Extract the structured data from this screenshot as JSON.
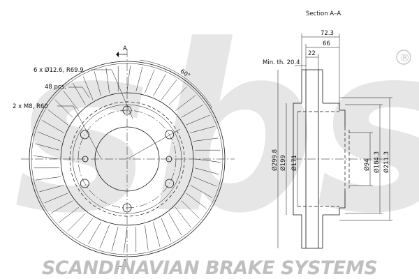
{
  "logo": {
    "text": "sbs",
    "registered": "®",
    "color": "#d4d4d4"
  },
  "brand_name": "SCANDINAVIAN BRAKE SYSTEMS",
  "front_view": {
    "section_marker_top": "A",
    "section_marker_bottom": "A",
    "angle_label": "60°",
    "labels": {
      "holes": "6 x Ø12.6, R69.9",
      "vanes": "48 pcs.",
      "threads": "2 x M8, R60"
    }
  },
  "section_view": {
    "title": "Section A–A",
    "widths": {
      "overall": "72.3",
      "hat_depth": "66",
      "disc_thickness": "22"
    },
    "min_thickness": "Min. th. 20.4",
    "diameters": {
      "outer": "Ø299.8",
      "inner": "Ø199",
      "hat": "Ø171",
      "center_bore": "Ø94",
      "inner_hat": "Ø184.3",
      "overall_hat": "Ø211.3"
    }
  }
}
